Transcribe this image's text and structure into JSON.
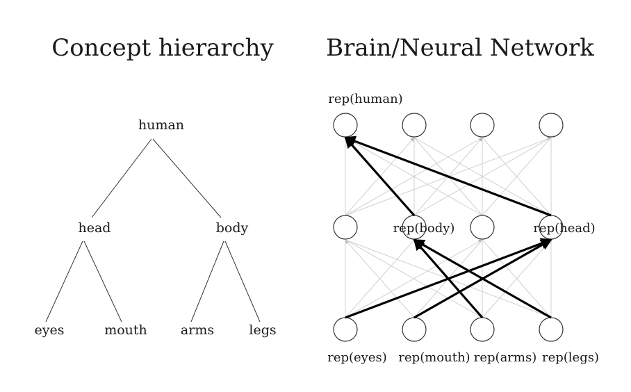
{
  "left_panel": {
    "title": "Concept hierarchy",
    "nodes": {
      "human": "human",
      "head": "head",
      "body": "body",
      "eyes": "eyes",
      "mouth": "mouth",
      "arms": "arms",
      "legs": "legs"
    }
  },
  "right_panel": {
    "title": "Brain/Neural Network",
    "labels": {
      "rep_human": "rep(human)",
      "rep_body": "rep(body)",
      "rep_head": "rep(head)",
      "rep_eyes": "rep(eyes)",
      "rep_mouth": "rep(mouth)",
      "rep_arms": "rep(arms)",
      "rep_legs": "rep(legs)"
    }
  },
  "colors": {
    "strong_connection": "#000000",
    "weak_connection": "#d0d0d0",
    "weak_arrowhead": "#b8b8b8"
  }
}
